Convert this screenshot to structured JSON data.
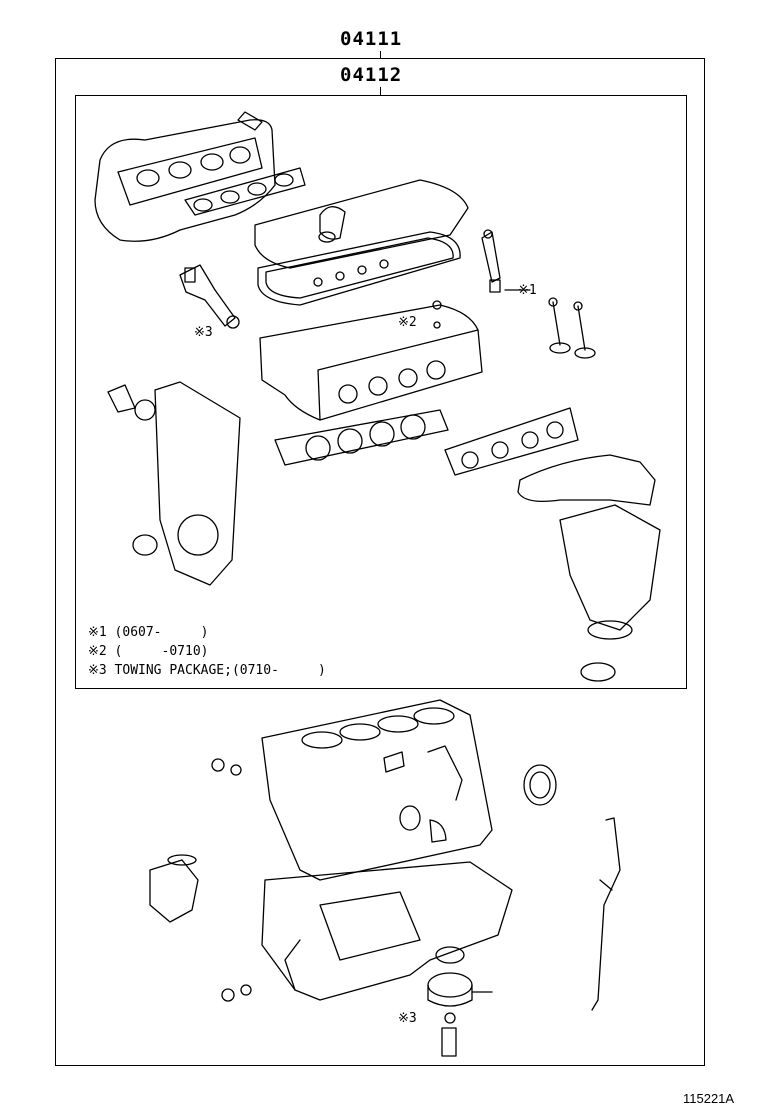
{
  "parts": {
    "top_number": "04111",
    "sub_number": "04112"
  },
  "callouts": {
    "injector_ref": "※1",
    "cam_ref": "※2",
    "ocv_ref": "※3",
    "cooler_ref": "※3"
  },
  "notes": [
    "※1 (0607-     )",
    "※2 (     -0710)",
    "※3 TOWING PACKAGE;(0710-     )"
  ],
  "figure_id": "115221A"
}
